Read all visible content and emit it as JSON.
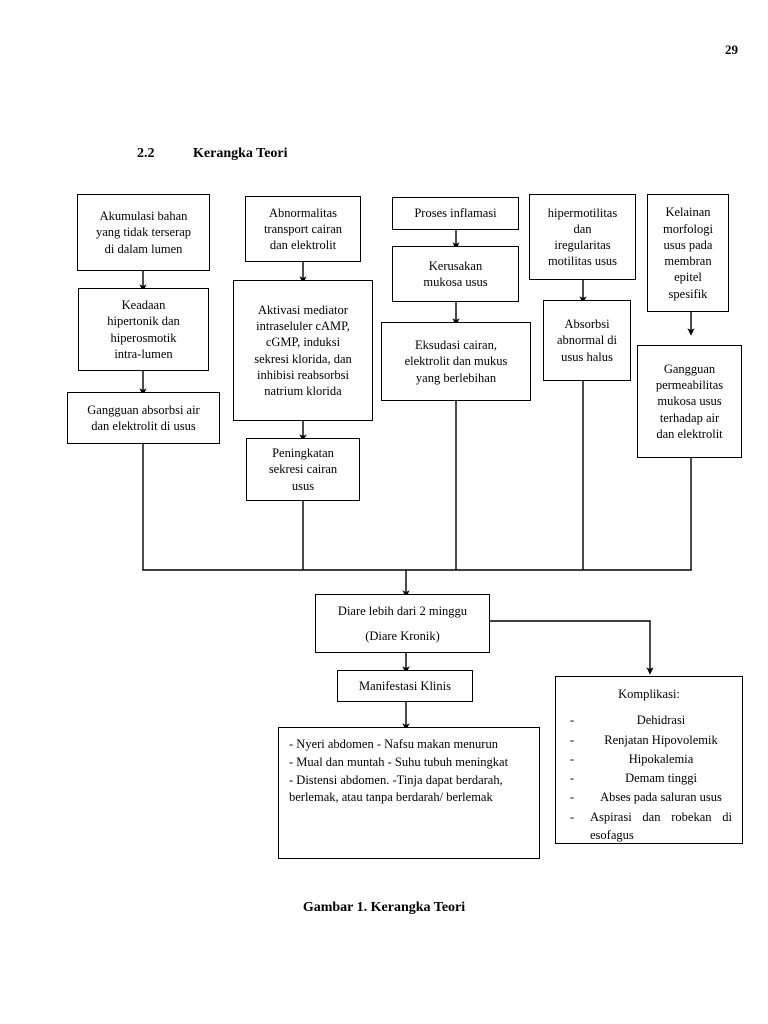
{
  "page": {
    "number": "29",
    "section_number": "2.2",
    "section_title": "Kerangka Teori",
    "caption": "Gambar 1. Kerangka Teori",
    "ink_color": "#000000",
    "background_color": "#ffffff"
  },
  "diagram": {
    "type": "flowchart",
    "title": "Kerangka Teori",
    "nodes": {
      "akumulasi": "Akumulasi bahan\nyang tidak terserap\ndi dalam lumen",
      "keadaan": "Keadaan\nhipertonik dan\nhiperosmotik\nintra-lumen",
      "gangguan_absorbsi": "Gangguan absorbsi air\ndan elektrolit di usus",
      "abnormalitas": "Abnormalitas\ntransport cairan\ndan elektrolit",
      "aktivasi": "Aktivasi mediator\nintraseluler cAMP,\ncGMP, induksi\nsekresi klorida, dan\ninhibisi reabsorbsi\nnatrium klorida",
      "peningkatan": "Peningkatan\nsekresi cairan\nusus",
      "proses_inflamasi": "Proses inflamasi",
      "kerusakan": "Kerusakan\nmukosa usus",
      "eksudasi": "Eksudasi cairan,\nelektrolit dan mukus\nyang berlebihan",
      "hipermotilitas": "hipermotilitas\ndan\niregularitas\nmotilitas usus",
      "absorbsi_abnormal": "Absorbsi\nabnormal di\nusus halus",
      "kelainan": "Kelainan\nmorfologi\nusus pada\nmembran\nepitel\nspesifik",
      "gangguan_permeabilitas": "Gangguan\npermeabilitas\nmukosa usus\nterhadap air\ndan elektrolit",
      "diare_line1": "Diare lebih dari 2 minggu",
      "diare_line2": "(Diare Kronik)",
      "manifestasi": "Manifestasi Klinis"
    },
    "manifestasi_list": {
      "items": [
        "- Nyeri abdomen",
        "- Nafsu makan menurun",
        "- Mual dan muntah",
        "- Suhu tubuh meningkat",
        "- Distensi abdomen."
      ],
      "wrapped_item": "-Tinja dapat berdarah, berlemak, atau tanpa berdarah/ berlemak"
    },
    "komplikasi": {
      "title": "Komplikasi:",
      "bullet": "-",
      "items": [
        "Dehidrasi",
        "Renjatan Hipovolemik",
        "Hipokalemia",
        "Demam tinggi",
        "Abses pada saluran usus",
        "Aspirasi dan robekan di esofagus"
      ]
    },
    "edges": [
      {
        "from": "akumulasi",
        "to": "keadaan",
        "kind": "arrow-down"
      },
      {
        "from": "keadaan",
        "to": "gangguan_absorbsi",
        "kind": "arrow-down"
      },
      {
        "from": "abnormalitas",
        "to": "aktivasi",
        "kind": "arrow-down"
      },
      {
        "from": "aktivasi",
        "to": "peningkatan",
        "kind": "arrow-down"
      },
      {
        "from": "proses_inflamasi",
        "to": "kerusakan",
        "kind": "arrow-down"
      },
      {
        "from": "kerusakan",
        "to": "eksudasi",
        "kind": "arrow-down"
      },
      {
        "from": "hipermotilitas",
        "to": "absorbsi_abnormal",
        "kind": "arrow-down"
      },
      {
        "from": "kelainan",
        "to": "gangguan_permeabilitas",
        "kind": "arrow-down"
      },
      {
        "from": "gangguan_absorbsi",
        "to": "bus",
        "kind": "line-down"
      },
      {
        "from": "peningkatan",
        "to": "bus",
        "kind": "line-down"
      },
      {
        "from": "eksudasi",
        "to": "bus",
        "kind": "line-down"
      },
      {
        "from": "absorbsi_abnormal",
        "to": "bus",
        "kind": "line-down"
      },
      {
        "from": "gangguan_permeabilitas",
        "to": "bus",
        "kind": "line-down"
      },
      {
        "from": "bus",
        "to": "diare",
        "kind": "arrow-down"
      },
      {
        "from": "diare",
        "to": "manifestasi",
        "kind": "arrow-down"
      },
      {
        "from": "manifestasi",
        "to": "manifestasi_list",
        "kind": "arrow-down"
      },
      {
        "from": "diare",
        "to": "komplikasi",
        "kind": "elbow-right-down"
      }
    ]
  }
}
